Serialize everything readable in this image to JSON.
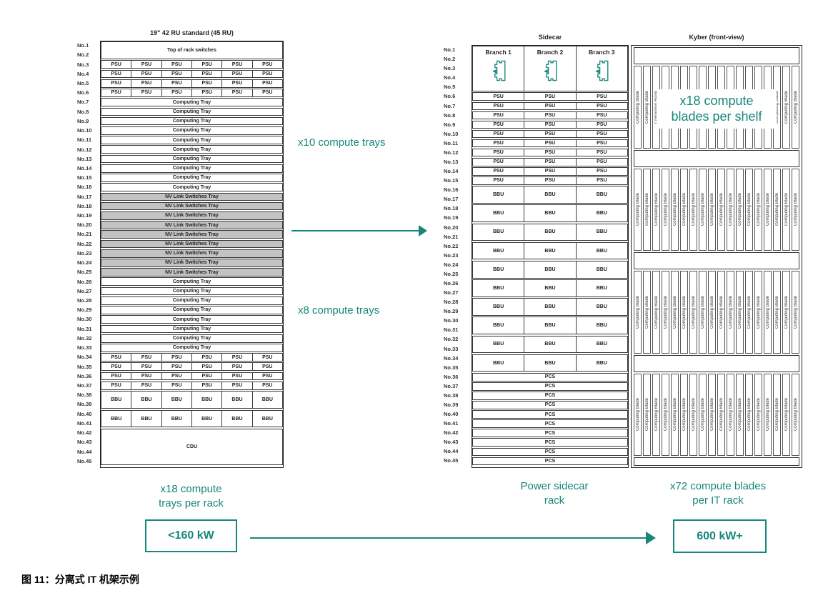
{
  "colors": {
    "teal": "#17867B",
    "gray_fill": "#C3C3C3"
  },
  "left_rack": {
    "title": "19\" 42 RU standard (45 RU)",
    "unit_prefix": "No.",
    "unit_count": 45,
    "sections": [
      {
        "label": "Top of rack switches",
        "units": 2,
        "cols": 1
      },
      {
        "label": "PSU",
        "units": 1,
        "cols": 6,
        "repeat": 4
      },
      {
        "label": "Computing Tray",
        "units": 1,
        "cols": 1,
        "repeat": 10
      },
      {
        "label": "NV Link Switches Tray",
        "units": 1,
        "cols": 1,
        "repeat": 9,
        "fill": "gray"
      },
      {
        "label": "Computing Tray",
        "units": 1,
        "cols": 1,
        "repeat": 8
      },
      {
        "label": "PSU",
        "units": 1,
        "cols": 6,
        "repeat": 4
      },
      {
        "label": "BBU",
        "units": 2,
        "cols": 6,
        "repeat": 2
      },
      {
        "label": "CDU",
        "units": 4,
        "cols": 1
      }
    ]
  },
  "sidecar_rack": {
    "title": "Sidecar",
    "unit_prefix": "No.",
    "unit_count": 45,
    "header": {
      "units": 5,
      "branches": [
        "Branch 1",
        "Branch 2",
        "Branch 3"
      ],
      "icon": "power-connector-icon"
    },
    "sections": [
      {
        "label": "PSU",
        "units": 1,
        "cols": 3,
        "repeat": 10
      },
      {
        "label": "BBU",
        "units": 2,
        "cols": 3,
        "repeat": 10
      },
      {
        "label": "PCS",
        "units": 1,
        "cols": 1,
        "repeat": 10
      }
    ]
  },
  "kyber_rack": {
    "title": "Kyber (front-view)",
    "shelf_count": 4,
    "blades_per_shelf": 18,
    "blade_label": "Computing Blade",
    "shelf_note": "x18 compute\nblades per shelf"
  },
  "annotations": {
    "x10_trays": "x10 compute trays",
    "x8_trays": "x8 compute trays",
    "left_footer": "x18 compute\ntrays per rack",
    "left_power": "<160 kW",
    "mid_footer": "Power sidecar\nrack",
    "right_footer": "x72 compute blades\nper IT rack",
    "right_power": "600 kW+"
  },
  "caption": "图 11：分离式 IT 机架示例"
}
